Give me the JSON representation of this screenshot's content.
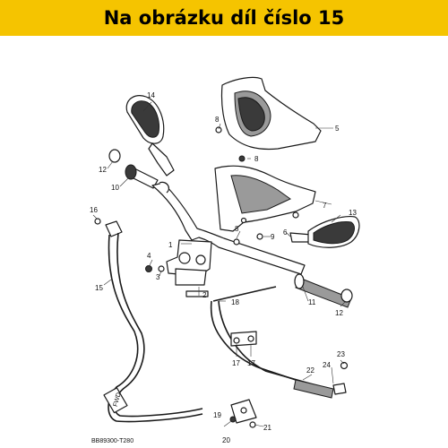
{
  "banner": {
    "text": "Na obrázku díl číslo 15"
  },
  "callouts": [
    "1",
    "2",
    "3",
    "4",
    "5",
    "6",
    "7",
    "8",
    "9",
    "10",
    "11",
    "12",
    "13",
    "14",
    "15",
    "16",
    "17",
    "18",
    "19",
    "20",
    "21",
    "22",
    "23",
    "24"
  ],
  "fwd_label": "FWD",
  "drawing_code": "BB89300-T280",
  "colors": {
    "banner": "#f5c400",
    "ink": "#1a1a1a"
  }
}
